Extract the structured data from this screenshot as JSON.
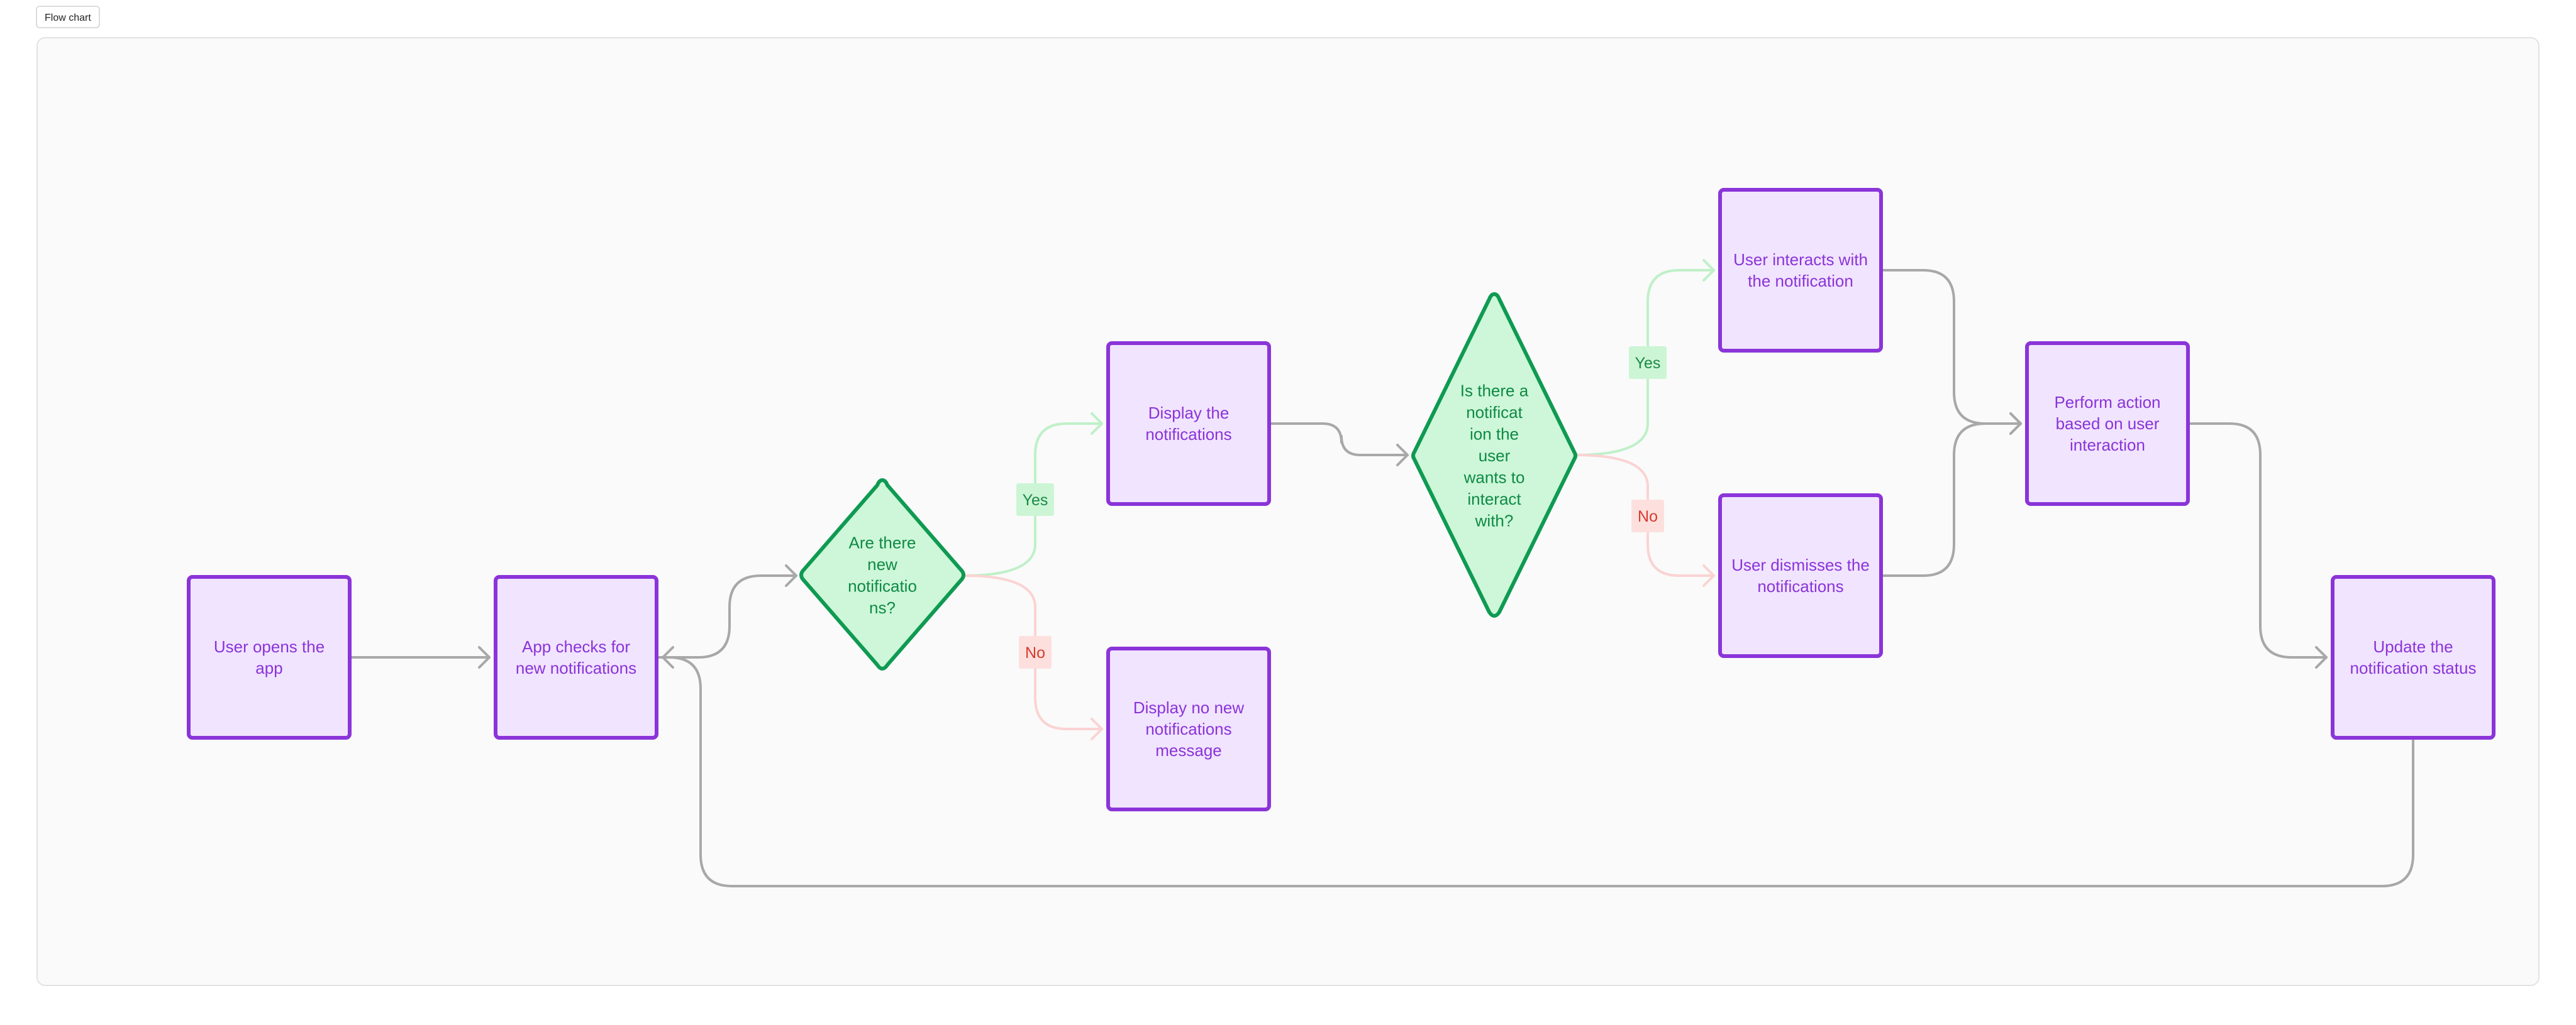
{
  "tab": {
    "label": "Flow chart"
  },
  "colors": {
    "process_fill": "#f1e4ff",
    "process_stroke": "#8a34d9",
    "process_text": "#8a34d9",
    "decision_fill": "#cdf7d8",
    "decision_stroke": "#0f9a52",
    "decision_text": "#0f8a45",
    "edge_default": "#a8a8a8",
    "edge_yes": "#bff0c9",
    "edge_no": "#fbd3d3",
    "yes_badge_bg": "#ccf5d5",
    "yes_badge_text": "#1c8a46",
    "no_badge_bg": "#fde0de",
    "no_badge_text": "#d63b2f"
  },
  "nodes": [
    {
      "id": "open",
      "type": "process",
      "lines": [
        "User opens the",
        "app"
      ]
    },
    {
      "id": "check",
      "type": "process",
      "lines": [
        "App checks for",
        "new notifications"
      ]
    },
    {
      "id": "dec1",
      "type": "decision",
      "lines": [
        "Are there",
        "new",
        "notificatio",
        "ns?"
      ]
    },
    {
      "id": "display",
      "type": "process",
      "lines": [
        "Display the",
        "notifications"
      ]
    },
    {
      "id": "none",
      "type": "process",
      "lines": [
        "Display no new",
        "notifications",
        "message"
      ]
    },
    {
      "id": "dec2",
      "type": "decision",
      "lines": [
        "Is there a",
        "notificat",
        "ion the",
        "user",
        "wants to",
        "interact",
        "with?"
      ]
    },
    {
      "id": "interact",
      "type": "process",
      "lines": [
        "User interacts with",
        "the notification"
      ]
    },
    {
      "id": "dismiss",
      "type": "process",
      "lines": [
        "User dismisses the",
        "notifications"
      ]
    },
    {
      "id": "perform",
      "type": "process",
      "lines": [
        "Perform action",
        "based on user",
        "interaction"
      ]
    },
    {
      "id": "update",
      "type": "process",
      "lines": [
        "Update the",
        "notification status"
      ]
    }
  ],
  "edges": [
    {
      "id": "open-check",
      "kind": "default",
      "label": ""
    },
    {
      "id": "check-dec1",
      "kind": "default",
      "label": ""
    },
    {
      "id": "dec1-display",
      "kind": "yes",
      "label": "Yes"
    },
    {
      "id": "dec1-none",
      "kind": "no",
      "label": "No"
    },
    {
      "id": "display-dec2",
      "kind": "default",
      "label": ""
    },
    {
      "id": "dec2-interact",
      "kind": "yes",
      "label": "Yes"
    },
    {
      "id": "dec2-dismiss",
      "kind": "no",
      "label": "No"
    },
    {
      "id": "interact-perform",
      "kind": "default",
      "label": ""
    },
    {
      "id": "dismiss-perform",
      "kind": "default",
      "label": ""
    },
    {
      "id": "perform-update",
      "kind": "default",
      "label": ""
    },
    {
      "id": "update-check",
      "kind": "default",
      "label": ""
    }
  ]
}
